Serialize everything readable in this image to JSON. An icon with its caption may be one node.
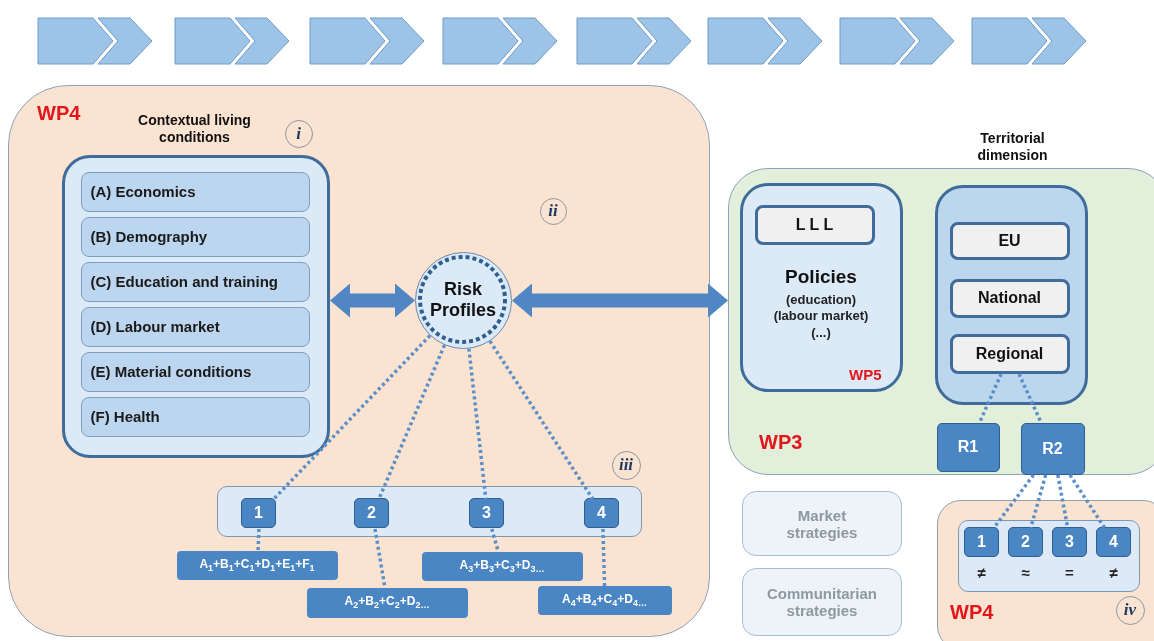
{
  "diagram": {
    "nodes": [
      {
        "text": [
          "WP4"
        ]
      },
      {
        "text": [
          "Contextual living conditions"
        ],
        "in": 0
      },
      {
        "text": [
          "(A) Economics"
        ],
        "in": 1
      },
      {
        "text": [
          "(B) Demography"
        ],
        "in": 1
      },
      {
        "text": [
          "(C) Education and training"
        ],
        "in": 1
      },
      {
        "text": [
          "(D) Labour market"
        ],
        "in": 1
      },
      {
        "text": [
          "(E) Material conditions"
        ],
        "in": 1
      },
      {
        "text": [
          "(F) Health"
        ],
        "in": 1
      },
      {
        "text": [
          "i"
        ],
        "in": 0
      },
      {
        "text": [
          "Risk Profiles"
        ],
        "in": 0
      },
      {
        "text": [
          "ii"
        ],
        "in": 0
      },
      {
        "text": [],
        "shape": "box",
        "in": 0
      },
      {
        "text": [
          "1"
        ],
        "in": 11
      },
      {
        "text": [
          "2"
        ],
        "in": 11
      },
      {
        "text": [
          "3"
        ],
        "in": 11
      },
      {
        "text": [
          "4"
        ],
        "in": 11
      },
      {
        "text": [
          "iii"
        ],
        "in": 0
      },
      {
        "text": [
          "A$_{1}$+B$_{1}$+C$_{1}$+D$_{1}$+E$_{1}$+F$_{1}$"
        ],
        "in": 0
      },
      {
        "text": [
          "A$_{2}$+B$_{2}$+C$_{2}$+D$_{2…}$"
        ],
        "in": 0
      },
      {
        "text": [
          "A$_{3}$+B$_{3}$+C$_{3}$+D$_{3…}$"
        ],
        "in": 0
      },
      {
        "text": [
          "A$_{4}$+B$_{4}$+C$_{4}$+D$_{4…}$"
        ],
        "in": 0
      },
      {
        "text": [
          "WP3"
        ]
      },
      {
        "text": [
          "Policies",
          "(education) (labour market) (...)",
          "WP5"
        ],
        "in": 21
      },
      {
        "text": [
          "L L L"
        ],
        "in": 22
      },
      {
        "text": [
          "Territorial dimension"
        ],
        "in": 21
      },
      {
        "text": [
          "EU"
        ],
        "in": 24
      },
      {
        "text": [
          "National"
        ],
        "in": 24
      },
      {
        "text": [
          "Regional"
        ],
        "in": 24
      },
      {
        "text": [
          "R1"
        ],
        "in": 21
      },
      {
        "text": [
          "R2"
        ],
        "in": 21
      },
      {
        "text": [
          "Market strategies"
        ]
      },
      {
        "text": [
          "Communitarian strategies"
        ]
      },
      {
        "text": [
          "WP4"
        ]
      },
      {
        "text": [],
        "shape": "box",
        "in": 32
      },
      {
        "text": [
          "1"
        ],
        "in": 33,
        "beside": [
          "≠"
        ]
      },
      {
        "text": [
          "2"
        ],
        "in": 33,
        "beside": [
          "≈"
        ]
      },
      {
        "text": [
          "3"
        ],
        "in": 33,
        "beside": [
          "="
        ]
      },
      {
        "text": [
          "4"
        ],
        "in": 33,
        "beside": [
          "≠"
        ]
      },
      {
        "text": [
          "iv"
        ],
        "in": 32
      }
    ],
    "edges": [
      {
        "from": 1,
        "to": 9,
        "arrow": "both",
        "style": "thick"
      },
      {
        "from": 9,
        "to": 21,
        "arrow": "both",
        "style": "thick"
      },
      {
        "from": 9,
        "to": 12,
        "arrow": "none",
        "style": "dashed"
      },
      {
        "from": 9,
        "to": 13,
        "arrow": "none",
        "style": "dashed"
      },
      {
        "from": 9,
        "to": 14,
        "arrow": "none",
        "style": "dashed"
      },
      {
        "from": 9,
        "to": 15,
        "arrow": "none",
        "style": "dashed"
      },
      {
        "from": 12,
        "to": 17,
        "arrow": "none",
        "style": "dashed"
      },
      {
        "from": 13,
        "to": 18,
        "arrow": "none",
        "style": "dashed"
      },
      {
        "from": 14,
        "to": 19,
        "arrow": "none",
        "style": "dashed"
      },
      {
        "from": 15,
        "to": 20,
        "arrow": "none",
        "style": "dashed"
      },
      {
        "from": 27,
        "to": 28,
        "arrow": "none",
        "style": "dashed"
      },
      {
        "from": 27,
        "to": 29,
        "arrow": "none",
        "style": "dashed"
      },
      {
        "from": 29,
        "to": 34,
        "arrow": "none",
        "style": "dashed"
      },
      {
        "from": 29,
        "to": 35,
        "arrow": "none",
        "style": "dashed"
      },
      {
        "from": 29,
        "to": 36,
        "arrow": "none",
        "style": "dashed"
      },
      {
        "from": 29,
        "to": 37,
        "arrow": "none",
        "style": "dashed"
      }
    ]
  }
}
